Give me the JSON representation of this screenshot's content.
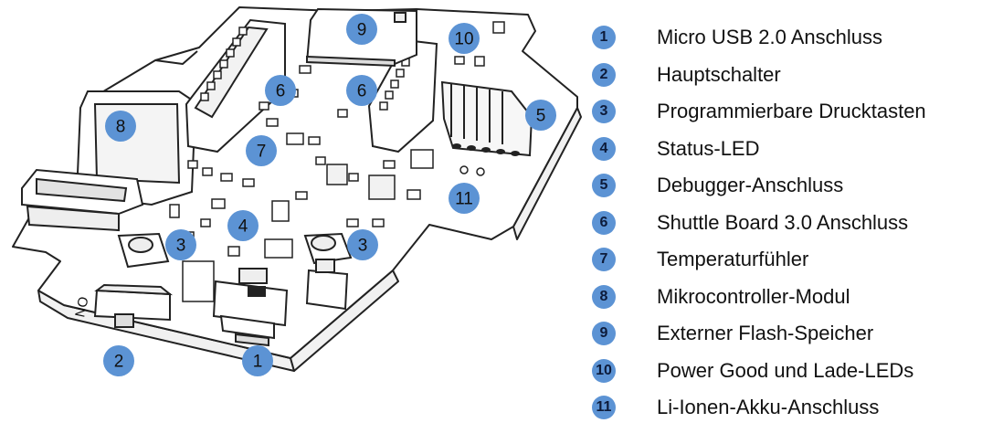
{
  "colors": {
    "callout": "#5c93d4",
    "outline": "#222222",
    "board": "#ffffff",
    "legend_text": "#111111"
  },
  "board_labels": {
    "switch_silk": "NO"
  },
  "callouts": [
    {
      "num": "1"
    },
    {
      "num": "2"
    },
    {
      "num": "3"
    },
    {
      "num": "3"
    },
    {
      "num": "4"
    },
    {
      "num": "5"
    },
    {
      "num": "6"
    },
    {
      "num": "6"
    },
    {
      "num": "7"
    },
    {
      "num": "8"
    },
    {
      "num": "9"
    },
    {
      "num": "10"
    },
    {
      "num": "11"
    }
  ],
  "legend": [
    {
      "num": "1",
      "label": "Micro USB 2.0 Anschluss"
    },
    {
      "num": "2",
      "label": "Hauptschalter"
    },
    {
      "num": "3",
      "label": "Programmierbare Drucktasten"
    },
    {
      "num": "4",
      "label": "Status-LED"
    },
    {
      "num": "5",
      "label": "Debugger-Anschluss"
    },
    {
      "num": "6",
      "label": "Shuttle Board 3.0 Anschluss"
    },
    {
      "num": "7",
      "label": "Temperaturfühler"
    },
    {
      "num": "8",
      "label": "Mikrocontroller-Modul"
    },
    {
      "num": "9",
      "label": "Externer Flash-Speicher"
    },
    {
      "num": "10",
      "label": "Power Good und Lade-LEDs"
    },
    {
      "num": "11",
      "label": "Li-Ionen-Akku-Anschluss"
    }
  ]
}
